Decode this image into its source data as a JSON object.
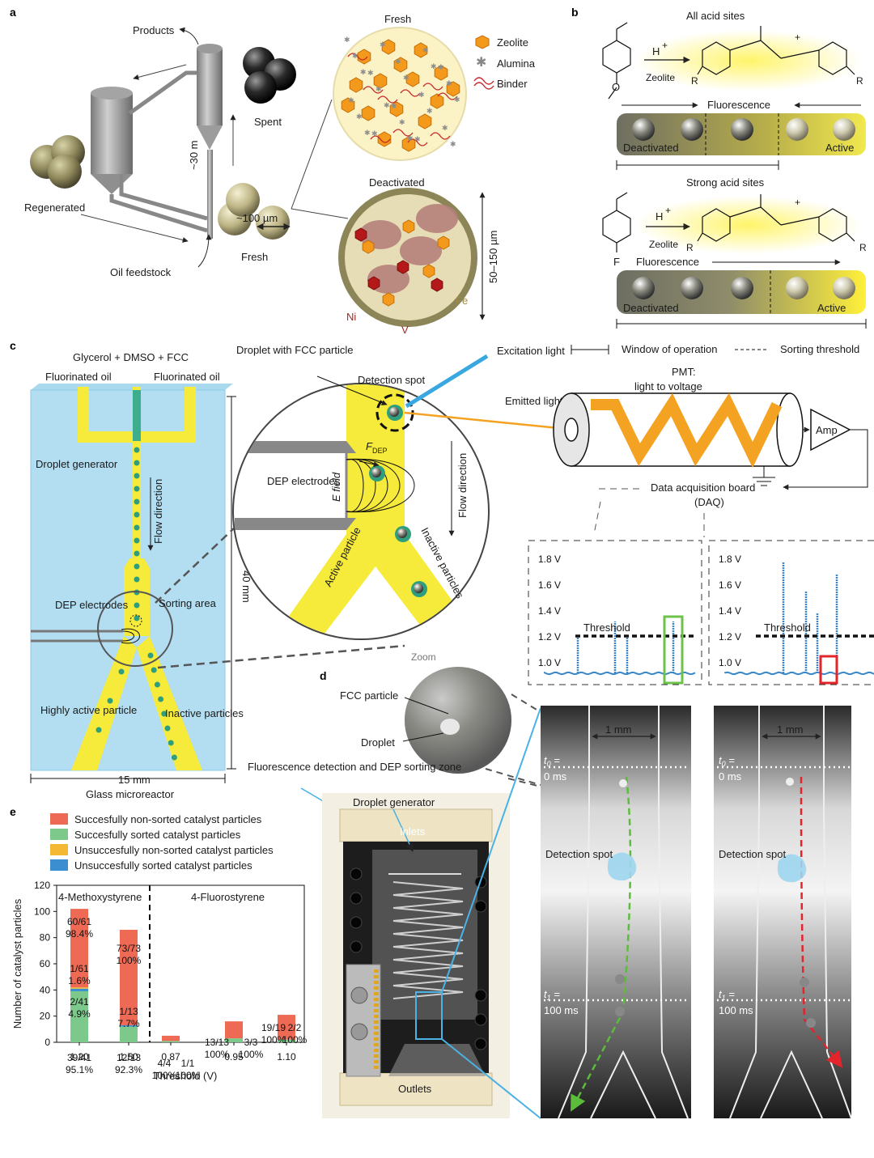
{
  "panel_letters": {
    "a": "a",
    "b": "b",
    "c": "c",
    "d": "d",
    "e": "e"
  },
  "panel_a": {
    "products": "Products",
    "spent": "Spent",
    "regenerated": "Regenerated",
    "height": "~30 m",
    "size": "~100 µm",
    "fresh_particle": "Fresh",
    "oil_feedstock": "Oil feedstock",
    "fresh_title": "Fresh",
    "deactivated_title": "Deactivated",
    "legend_zeolite": "Zeolite",
    "legend_alumina": "Alumina",
    "legend_binder": "Binder",
    "range": "50–150 µm",
    "ni": "Ni",
    "v": "V",
    "fe": "Fe"
  },
  "panel_b": {
    "top_title": "All acid sites",
    "bottom_title": "Strong acid sites",
    "proton": "H",
    "plus": "+",
    "zeolite": "Zeolite",
    "r": "R",
    "o": "O",
    "f": "F",
    "fluorescence": "Fluorescence",
    "deactivated": "Deactivated",
    "active": "Active",
    "window_of_operation": "Window of operation",
    "sorting_threshold": "Sorting threshold"
  },
  "panel_c": {
    "inlet_center": "Glycerol + DMSO + FCC",
    "fluorinated_oil_left": "Fluorinated oil",
    "fluorinated_oil_right": "Fluorinated oil",
    "droplet_generator": "Droplet generator",
    "flow_direction": "Flow direction",
    "dep_electrodes": "DEP electrodes",
    "sorting_area": "Sorting area",
    "length": "40 mm",
    "highly_active": "Highly active particle",
    "inactive_particles": "Inactive particles",
    "width": "15 mm",
    "glass_microreactor": "Glass microreactor",
    "droplet_with": "Droplet with FCC particle",
    "detection_spot": "Detection spot",
    "f_dep": "F",
    "f_dep_sub": "DEP",
    "e_field": "E field",
    "active_particle": "Active particle",
    "inactive_particles_zoom": "Inactive particles",
    "flow_direction_zoom": "Flow direction",
    "dep_electrodes_zoom": "DEP electrodes",
    "zoom": "Zoom",
    "excitation": "Excitation light",
    "emitted": "Emitted light",
    "pmt": "PMT:",
    "pmt_sub": "light to voltage",
    "amp": "Amp",
    "daq": "Data acquisition board",
    "daq_sub": "(DAQ)",
    "threshold": "Threshold",
    "y_ticks": [
      "1.8 V",
      "1.6 V",
      "1.4 V",
      "1.2 V",
      "1.0 V"
    ]
  },
  "panel_d": {
    "fcc_particle": "FCC particle",
    "droplet": "Droplet",
    "fluorescence_zone": "Fluorescence detection and DEP sorting zone",
    "droplet_generator": "Droplet generator",
    "inlets": "Inlets",
    "outlets": "Outlets",
    "scale": "1 mm",
    "t0_label": "t",
    "t0_sub": "0",
    "t0_val": "0 ms",
    "t1_label": "t",
    "t1_sub": "1",
    "t1_val": "100 ms",
    "detection_spot": "Detection spot",
    "equals": " ="
  },
  "chart_data": {
    "type": "bar",
    "stacked": true,
    "xlabel": "Threshold (V)",
    "ylabel": "Number of catalyst particles",
    "ylim": [
      0,
      120
    ],
    "y_ticks": [
      0,
      20,
      40,
      60,
      80,
      100,
      120
    ],
    "categories": [
      "1.20",
      "1.50",
      "0.87",
      "0.95",
      "1.10"
    ],
    "groups": [
      {
        "name": "4-Methoxystyrene",
        "categories": [
          "1.20",
          "1.50"
        ]
      },
      {
        "name": "4-Fluorostyrene",
        "categories": [
          "0.87",
          "0.95",
          "1.10"
        ]
      }
    ],
    "series": [
      {
        "name": "Succesfully sorted catalyst particles",
        "color": "#7cc98b",
        "values": [
          39,
          12,
          1,
          3,
          2
        ]
      },
      {
        "name": "Unsuccesfully sorted catalyst particles",
        "color": "#3b8fd1",
        "values": [
          2,
          1,
          0,
          0,
          0
        ]
      },
      {
        "name": "Unsuccesfully non-sorted catalyst particles",
        "color": "#f5b834",
        "values": [
          1,
          0,
          0,
          0,
          0
        ]
      },
      {
        "name": "Succesfully non-sorted catalyst particles",
        "color": "#ee6a55",
        "values": [
          60,
          73,
          4,
          13,
          19
        ]
      }
    ],
    "legend_order": [
      "Succesfully non-sorted catalyst particles",
      "Succesfully sorted catalyst particles",
      "Unsuccesfully non-sorted catalyst particles",
      "Unsuccesfully sorted catalyst particles"
    ],
    "annotations": [
      {
        "category": "1.20",
        "lines": [
          "60/61",
          "98.4%"
        ]
      },
      {
        "category": "1.20",
        "lines": [
          "1/61",
          "1.6%"
        ]
      },
      {
        "category": "1.20",
        "lines": [
          "2/41",
          "4.9%"
        ]
      },
      {
        "category": "1.20",
        "lines": [
          "39/41",
          "95.1%"
        ]
      },
      {
        "category": "1.50",
        "lines": [
          "73/73",
          "100%"
        ]
      },
      {
        "category": "1.50",
        "lines": [
          "1/13",
          "7.7%"
        ]
      },
      {
        "category": "1.50",
        "lines": [
          "12/13",
          "92.3%"
        ]
      },
      {
        "category": "0.87",
        "lines": [
          "4/4",
          "100%"
        ]
      },
      {
        "category": "0.87",
        "lines": [
          "1/1",
          "100%"
        ]
      },
      {
        "category": "0.95",
        "lines": [
          "13/13",
          "100%"
        ]
      },
      {
        "category": "0.95",
        "lines": [
          "3/3",
          "100%"
        ]
      },
      {
        "category": "1.10",
        "lines": [
          "19/19",
          "100%"
        ]
      },
      {
        "category": "1.10",
        "lines": [
          "2/2",
          "100%"
        ]
      }
    ]
  }
}
